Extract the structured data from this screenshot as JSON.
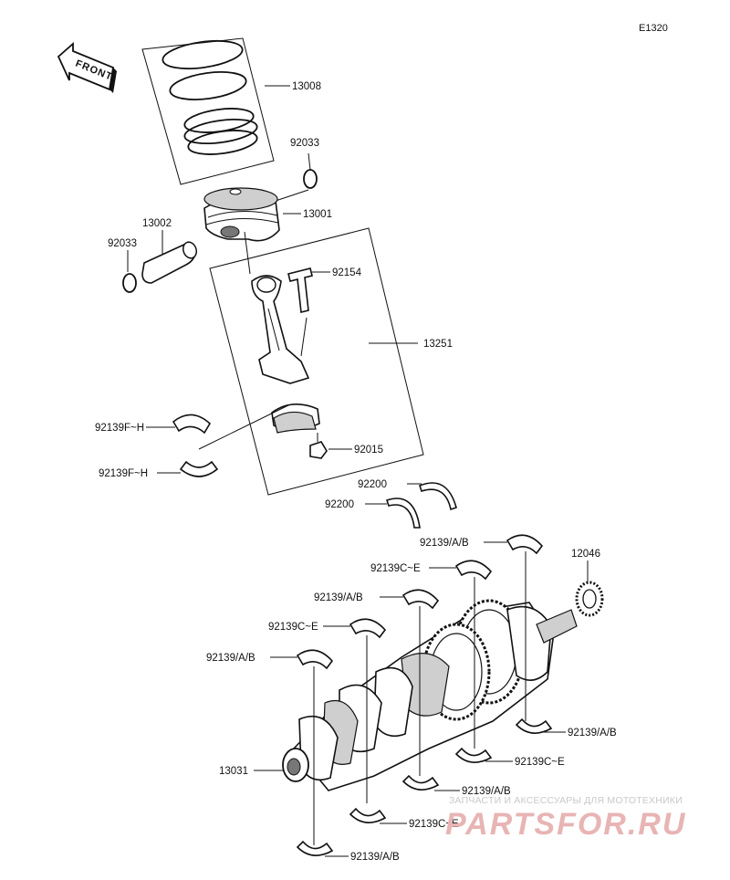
{
  "diagram": {
    "code": "E1320",
    "front_label": "FRONT",
    "labels": {
      "ring_set": "13008",
      "piston": "13001",
      "pin": "13002",
      "clip_upper": "92033",
      "clip_lower": "92033",
      "bolt": "92154",
      "conrod": "13251",
      "rod_bearing_1": "92139F~H",
      "rod_bearing_2": "92139F~H",
      "nut": "92015",
      "thrust_1": "92200",
      "thrust_2": "92200",
      "main_left_1": "92139/A/B",
      "main_left_2": "92139C~E",
      "main_left_3": "92139/A/B",
      "main_left_4": "92139C~E",
      "main_left_5": "92139/A/B",
      "gear_bearing": "12046",
      "crankshaft": "13031",
      "main_right_1": "92139/A/B",
      "main_right_2": "92139C~E",
      "main_right_3": "92139/A/B",
      "main_right_4": "92139C~E",
      "main_right_5": "92139/A/B"
    }
  },
  "watermark": {
    "line1": "ЗАПЧАСТИ И АКСЕССУАРЫ ДЛЯ МОТОТЕХНИКИ",
    "line2": "PARTSFOR.RU"
  }
}
